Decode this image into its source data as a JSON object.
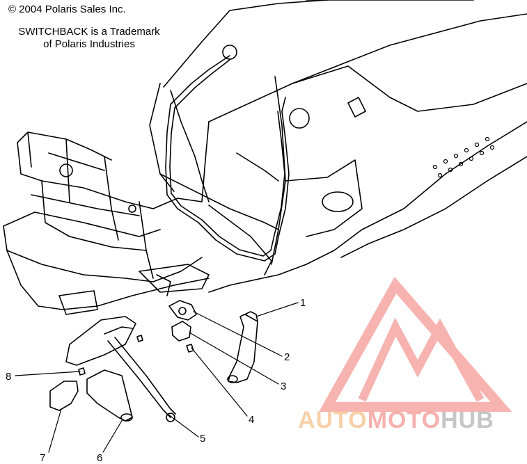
{
  "header": {
    "copyright": "© 2004 Polaris Sales Inc.",
    "trademark_line1": "SWITCHBACK is a Trademark",
    "trademark_line2": "of Polaris Industries"
  },
  "callouts": [
    {
      "id": "1",
      "label": "1"
    },
    {
      "id": "2",
      "label": "2"
    },
    {
      "id": "3",
      "label": "3"
    },
    {
      "id": "4",
      "label": "4"
    },
    {
      "id": "5",
      "label": "5"
    },
    {
      "id": "6",
      "label": "6"
    },
    {
      "id": "7",
      "label": "7"
    },
    {
      "id": "8",
      "label": "8"
    }
  ],
  "watermark": {
    "part1": "AUTO",
    "part2": "MOTO",
    "part3": "HUB",
    "color_part1": "#f7c89a",
    "color_part2": "#f4a4a0",
    "color_part3": "#bdbdbd",
    "logo_color": "#f59a96"
  },
  "colors": {
    "line": "#000000",
    "background": "#ffffff"
  }
}
